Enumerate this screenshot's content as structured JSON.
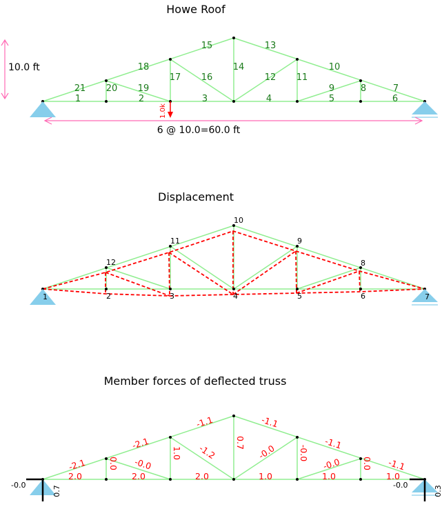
{
  "panel1": {
    "title": "Howe Roof",
    "height_label": "10.0 ft",
    "span_label": "6 @ 10.0=60.0 ft",
    "load_label": "1.0k",
    "member_numbers": [
      "1",
      "2",
      "3",
      "4",
      "5",
      "6",
      "7",
      "8",
      "9",
      "10",
      "11",
      "12",
      "13",
      "14",
      "15",
      "16",
      "17",
      "18",
      "19",
      "20",
      "21"
    ]
  },
  "panel2": {
    "title": "Displacement",
    "node_numbers": [
      "1",
      "2",
      "3",
      "4",
      "5",
      "6",
      "7",
      "8",
      "9",
      "10",
      "11",
      "12"
    ]
  },
  "panel3": {
    "title": "Member forces of deflected truss",
    "bottom_chord_forces": [
      "2.0",
      "2.0",
      "2.0",
      "1.0",
      "1.0",
      "1.0"
    ],
    "top_chord_forces": [
      "-2.1",
      "-2.1",
      "-1.1",
      "-1.1",
      "-1.1",
      "-1.1"
    ],
    "vertical_forces": [
      "0.0",
      "1.0",
      "0.7",
      "-0.0",
      "0.0"
    ],
    "diagonal_forces": [
      "-0.0",
      "-1.2",
      "-0.0",
      "-0.0"
    ],
    "reactions": {
      "left_horizontal": "-0.0",
      "left_vertical": "0.7",
      "right_horizontal": "-0.0",
      "right_vertical": "0.3"
    }
  },
  "colors": {
    "member": "#90ee90",
    "member_label": "#1a7a1a",
    "support": "#87ceeb",
    "dimension": "#ff69b4",
    "load": "#ff0000",
    "displaced": "#ff0000",
    "node": "#000000"
  }
}
